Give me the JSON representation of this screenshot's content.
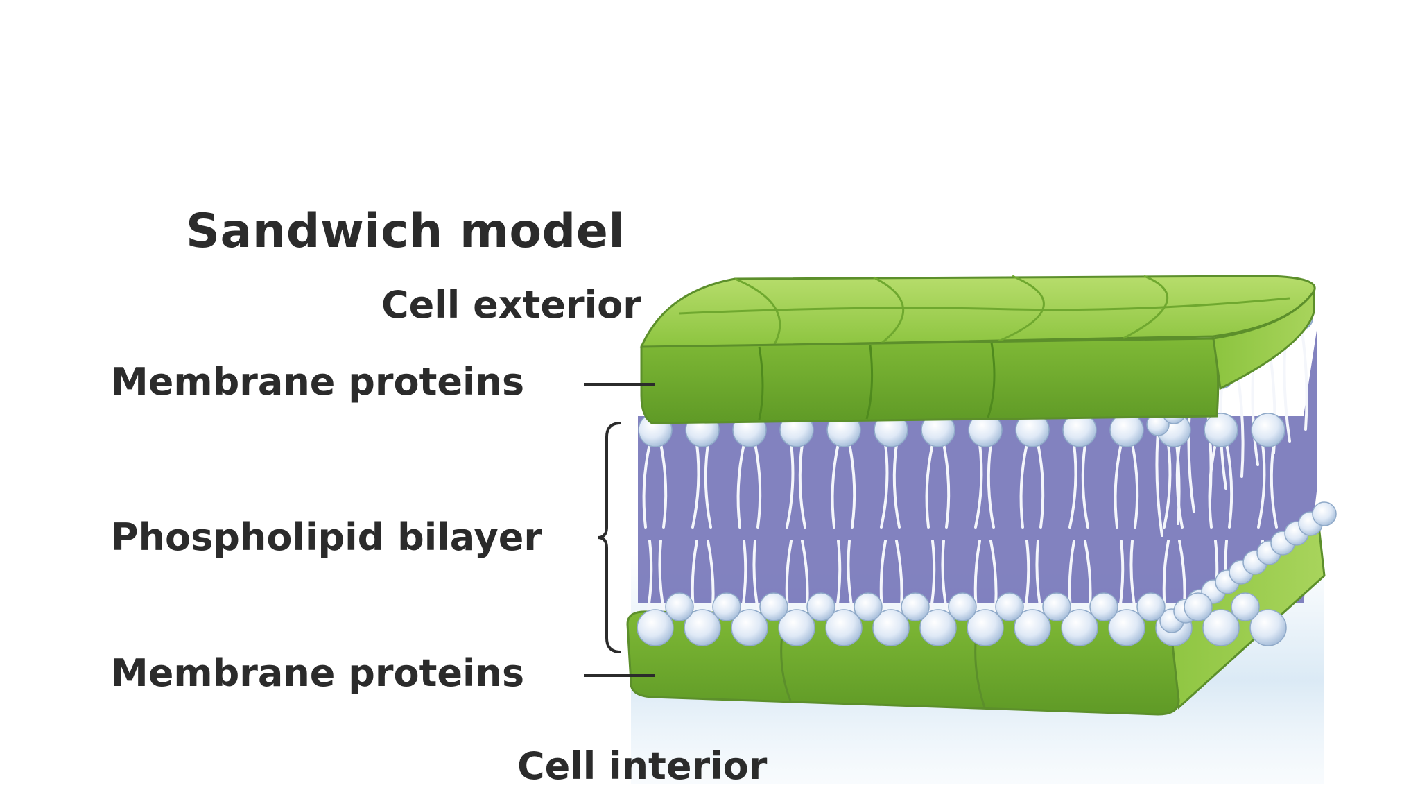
{
  "labels": {
    "title": "Sandwich model",
    "cell_exterior": "Cell exterior",
    "membrane_proteins_top": "Membrane proteins",
    "phospholipid_bilayer": "Phospholipid bilayer",
    "membrane_proteins_bottom": "Membrane proteins",
    "cell_interior": "Cell interior"
  },
  "colors": {
    "protein_light": "#a6d45a",
    "protein_mid": "#84bd3a",
    "protein_dark": "#5f9a26",
    "lipid_head": "#e4eef8",
    "lipid_head_shade": "#9fb8d6",
    "lipid_tail": "#f4f6fb",
    "bilayer_back": "#5f5ea8",
    "label_text": "#2b2b2b",
    "interior_glow": "#cfe3f2"
  }
}
